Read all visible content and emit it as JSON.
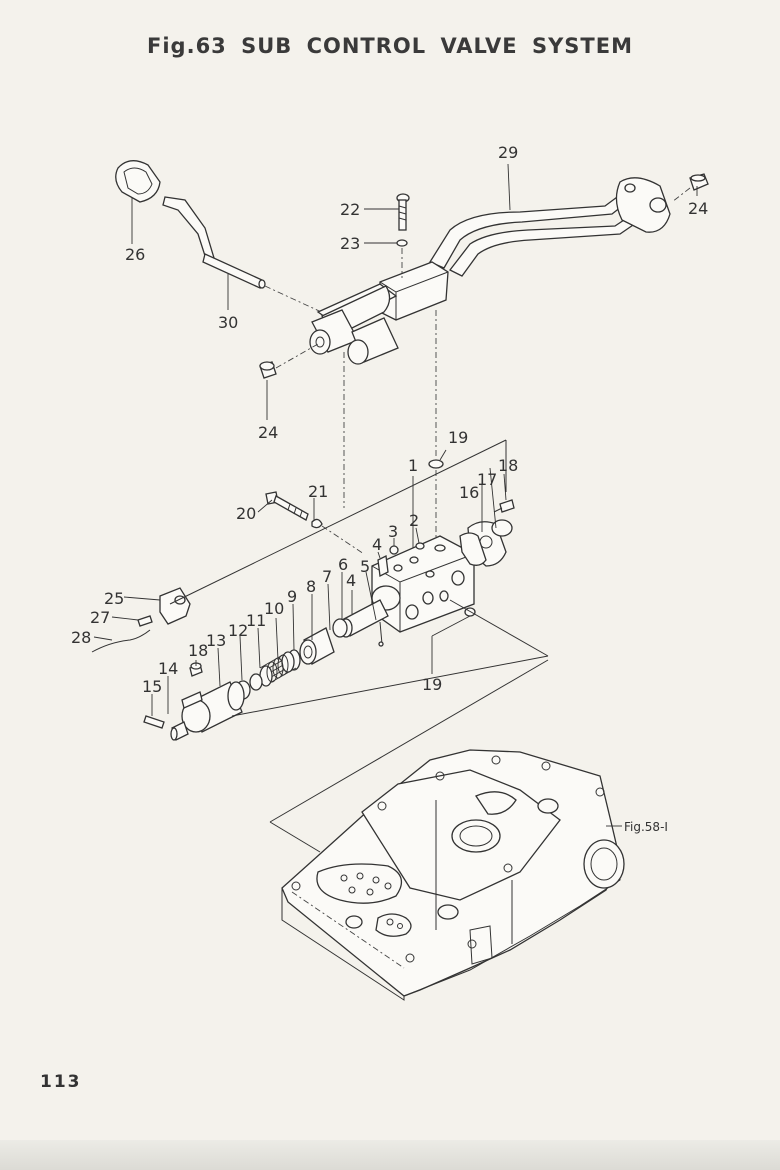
{
  "title": "Fig.63  SUB CONTROL VALVE SYSTEM",
  "page_number": "113",
  "reference": "Fig.58-I",
  "callouts": {
    "c1": "1",
    "c2": "2",
    "c3": "3",
    "c4a": "4",
    "c4b": "4",
    "c5": "5",
    "c6": "6",
    "c7": "7",
    "c8": "8",
    "c9": "9",
    "c10": "10",
    "c11": "11",
    "c12": "12",
    "c13": "13",
    "c14": "14",
    "c15": "15",
    "c16": "16",
    "c17": "17",
    "c18a": "18",
    "c18b": "18",
    "c19a": "19",
    "c19b": "19",
    "c20": "20",
    "c21": "21",
    "c22": "22",
    "c23": "23",
    "c24a": "24",
    "c24b": "24",
    "c25": "25",
    "c26": "26",
    "c27": "27",
    "c28": "28",
    "c29": "29",
    "c30": "30"
  }
}
